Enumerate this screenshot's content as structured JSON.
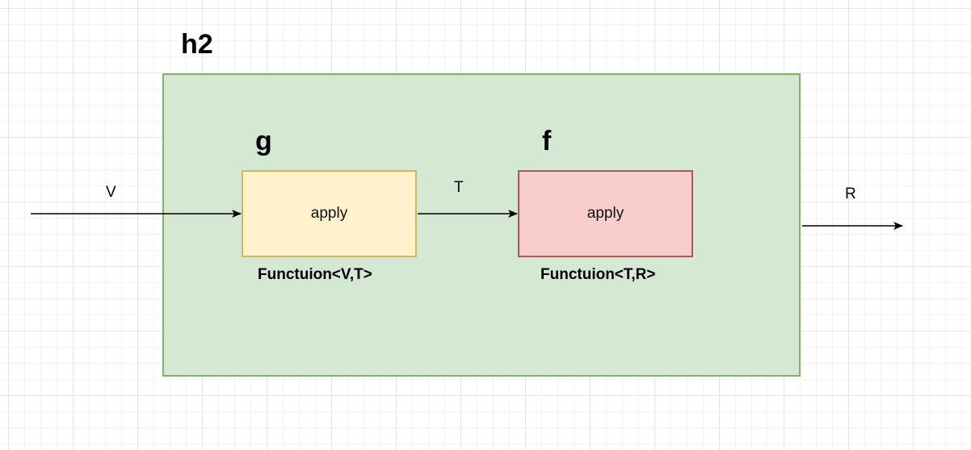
{
  "diagram": {
    "container": {
      "label": "h2",
      "fill": "#d5e8d4",
      "stroke": "#82b366"
    },
    "nodes": [
      {
        "id": "g",
        "label": "g",
        "text": "apply",
        "type": "Functuion<V,T>",
        "fill": "#fff2cc",
        "stroke": "#d6b656"
      },
      {
        "id": "f",
        "label": "f",
        "text": "apply",
        "type": "Functuion<T,R>",
        "fill": "#f8cecc",
        "stroke": "#b85450"
      }
    ],
    "edges": [
      {
        "id": "v-to-g",
        "label": "V",
        "from": "input",
        "to": "g"
      },
      {
        "id": "g-to-f",
        "label": "T",
        "from": "g",
        "to": "f"
      },
      {
        "id": "h2-to-out",
        "label": "R",
        "from": "h2",
        "to": "output"
      }
    ]
  }
}
